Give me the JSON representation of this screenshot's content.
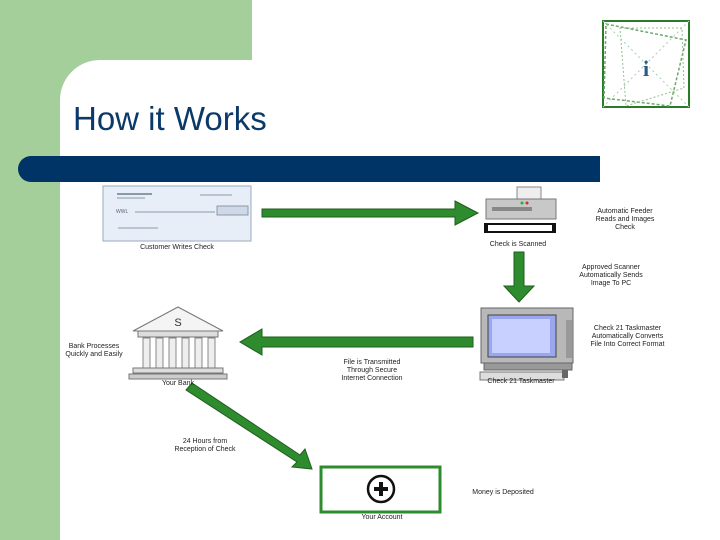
{
  "title": "How it Works",
  "labels": {
    "customer_writes_check": "Customer Writes Check",
    "automatic_feeder": [
      "Automatic Feeder",
      "Reads and Images",
      "Check"
    ],
    "check_is_scanned": "Check is Scanned",
    "approved_scanner": [
      "Approved Scanner",
      "Automatically Sends",
      "Image To PC"
    ],
    "check21_converts": [
      "Check 21 Taskmaster",
      "Automatically Converts",
      "File Into Correct Format"
    ],
    "check21_taskmaster": "Check 21 Taskmaster",
    "file_transmitted": [
      "File is Transmitted",
      "Through Secure",
      "Internet Connection"
    ],
    "bank_processes": [
      "Bank Processes",
      "Quickly and Easily"
    ],
    "your_bank": "Your Bank",
    "hours_24": [
      "24 Hours from",
      "Reception of Check"
    ],
    "money_deposited": "Money is Deposited",
    "your_account": "Your Account"
  },
  "icons": {
    "bank_symbol": "S",
    "account_symbol": "+",
    "logo_letter": "i"
  },
  "colors": {
    "arrow": "#2e8b2e",
    "title": "#0b3a6a",
    "bar": "#003366",
    "panel": "#a4cf9a"
  }
}
